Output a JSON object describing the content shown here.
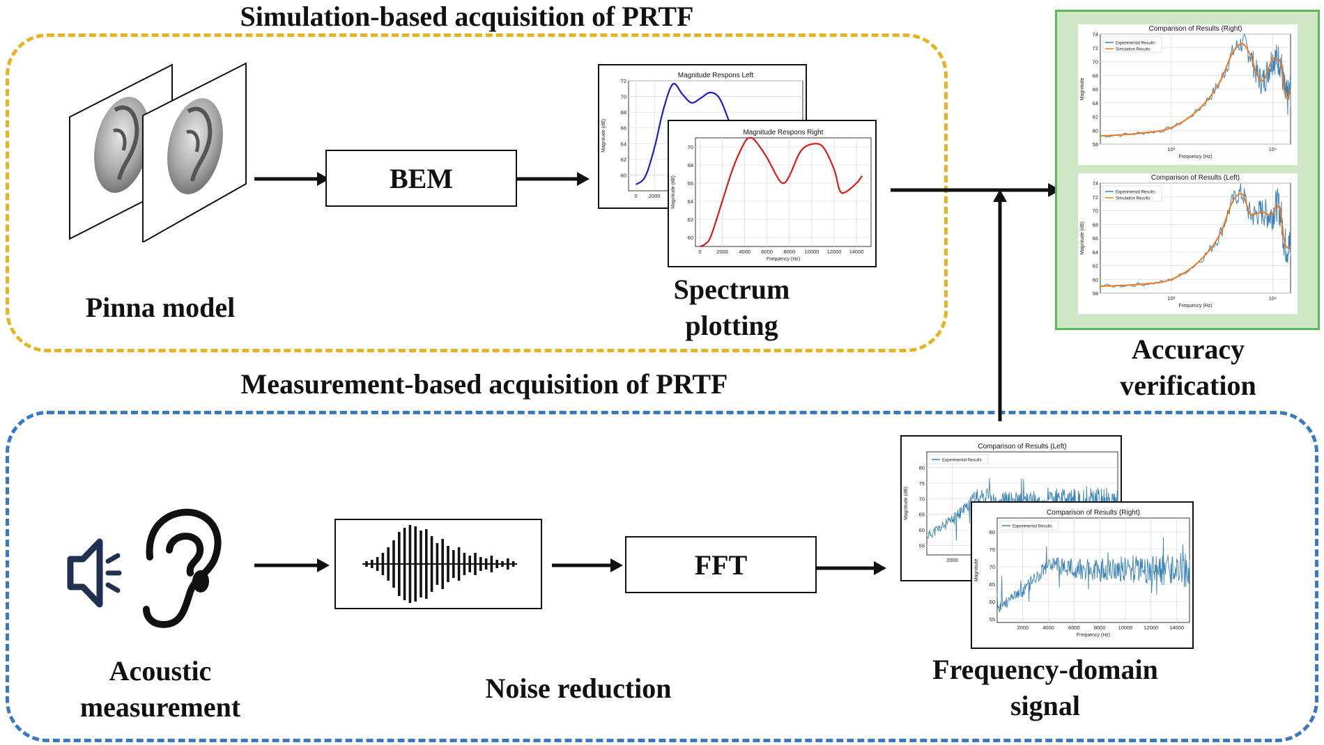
{
  "sections": {
    "simulation_title": "Simulation-based acquisition of PRTF",
    "measurement_title": "Measurement-based acquisition of PRTF"
  },
  "labels": {
    "pinna_model": "Pinna model",
    "bem": "BEM",
    "spectrum_plotting_1": "Spectrum",
    "spectrum_plotting_2": "plotting",
    "accuracy_1": "Accuracy",
    "accuracy_2": "verification",
    "acoustic_1": "Acoustic",
    "acoustic_2": "measurement",
    "noise_reduction": "Noise reduction",
    "fft": "FFT",
    "freq_domain_1": "Frequency-domain",
    "freq_domain_2": "signal"
  },
  "colors": {
    "simulation_border": "#e6b422",
    "measurement_border": "#3a78c2",
    "accuracy_bg": "#cfe7c4",
    "accuracy_border": "#5cb85c",
    "left_curve": "#1a1adb",
    "right_curve": "#e01818",
    "experimental": "#3b82b8",
    "simulation": "#f07a1a"
  },
  "icons": [
    "ear-model-icon",
    "speaker-icon",
    "ear-outline-icon",
    "waveform-icon"
  ],
  "chart_data": [
    {
      "id": "mag_left",
      "type": "line",
      "title": "Magnitude Respons Left",
      "ylabel": "Magnitude (dB)",
      "x": [
        0,
        1000,
        2000,
        3000,
        4000,
        5000,
        6000,
        7000,
        8000,
        9000,
        10000
      ],
      "values": [
        58.8,
        59.8,
        63.5,
        68.5,
        71.6,
        70.3,
        69.2,
        69.8,
        70.5,
        69.8,
        67.0
      ],
      "ylim": [
        58,
        72
      ],
      "yticks": [
        60,
        62,
        64,
        66,
        68,
        70,
        72
      ],
      "xticks": [
        0,
        2000
      ]
    },
    {
      "id": "mag_right",
      "type": "line",
      "title": "Magnitude Respons Right",
      "xlabel": "Frequency (Hz)",
      "ylabel": "Magnitude (dB)",
      "x": [
        0,
        500,
        1000,
        2000,
        3000,
        4000,
        4500,
        5000,
        6000,
        7000,
        7500,
        8000,
        9000,
        10000,
        11000,
        12000,
        12500,
        13000,
        14000,
        14500
      ],
      "values": [
        59.0,
        59.3,
        60.2,
        64.0,
        67.8,
        70.5,
        71.0,
        70.6,
        68.8,
        66.5,
        66.0,
        66.8,
        69.5,
        70.3,
        70.0,
        67.5,
        65.2,
        65.0,
        66.0,
        66.8
      ],
      "ylim": [
        59,
        71
      ],
      "yticks": [
        60,
        62,
        64,
        66,
        68,
        70
      ],
      "xticks": [
        0,
        2000,
        4000,
        6000,
        8000,
        10000,
        12000,
        14000
      ]
    },
    {
      "id": "compare_right",
      "type": "line",
      "title": "Comparison of Results (Right)",
      "xlabel": "Frequency (Hz)",
      "ylabel": "Magnitude",
      "xscale": "log",
      "xlim": [
        200,
        15000
      ],
      "ylim": [
        58,
        74
      ],
      "yticks": [
        58,
        60,
        62,
        64,
        66,
        68,
        70,
        72,
        74
      ],
      "xtick_labels": [
        "10³",
        "10⁴"
      ],
      "series": [
        {
          "name": "Experimental Results",
          "color": "#3b82b8"
        },
        {
          "name": "Simulation Results",
          "color": "#f07a1a"
        }
      ],
      "sim_x": [
        200,
        500,
        1000,
        2000,
        3000,
        4000,
        5000,
        6000,
        7000,
        8000,
        9000,
        10000,
        11000,
        12000,
        13000,
        14000,
        15000
      ],
      "sim_y": [
        59.2,
        59.6,
        60.4,
        63.5,
        67.0,
        71.2,
        72.6,
        71.0,
        68.2,
        67.2,
        68.8,
        70.5,
        70.3,
        69.8,
        65.8,
        64.6,
        66.0
      ]
    },
    {
      "id": "compare_left",
      "type": "line",
      "title": "Comparison of Results (Left)",
      "xlabel": "Frequency (Hz)",
      "ylabel": "Magnitude (dB)",
      "xscale": "log",
      "xlim": [
        200,
        15000
      ],
      "ylim": [
        58,
        74
      ],
      "yticks": [
        58,
        60,
        62,
        64,
        66,
        68,
        70,
        72,
        74
      ],
      "xtick_labels": [
        "10³",
        "10⁴"
      ],
      "series": [
        {
          "name": "Experimental Results",
          "color": "#3b82b8"
        },
        {
          "name": "Simulation Results",
          "color": "#f07a1a"
        }
      ],
      "sim_x": [
        200,
        500,
        1000,
        2000,
        3000,
        4000,
        5000,
        6000,
        7000,
        8000,
        9000,
        10000,
        11000,
        12000,
        13000,
        14000,
        15000
      ],
      "sim_y": [
        59.0,
        59.3,
        60.0,
        63.0,
        66.5,
        71.2,
        72.4,
        69.5,
        69.6,
        69.8,
        69.4,
        69.6,
        70.8,
        69.5,
        65.6,
        64.6,
        64.8
      ]
    },
    {
      "id": "freq_left",
      "type": "line",
      "title": "Comparison of Results (Left)",
      "ylabel": "Magnitude (dB)",
      "series": [
        {
          "name": "Experimental Results",
          "color": "#3b82b8"
        }
      ],
      "xlim": [
        0,
        15000
      ],
      "ylim": [
        52,
        85
      ],
      "yticks": [
        55,
        60,
        65,
        70,
        75,
        80
      ],
      "xticks": [
        2000
      ]
    },
    {
      "id": "freq_right",
      "type": "line",
      "title": "Comparison of Results (Right)",
      "xlabel": "Frequency (Hz)",
      "ylabel": "Magnitude",
      "series": [
        {
          "name": "Experimental Results",
          "color": "#3b82b8"
        }
      ],
      "xlim": [
        0,
        15000
      ],
      "ylim": [
        54,
        84
      ],
      "yticks": [
        55,
        60,
        65,
        70,
        75,
        80
      ],
      "xticks": [
        2000,
        4000,
        6000,
        8000,
        10000,
        12000,
        14000
      ]
    }
  ]
}
